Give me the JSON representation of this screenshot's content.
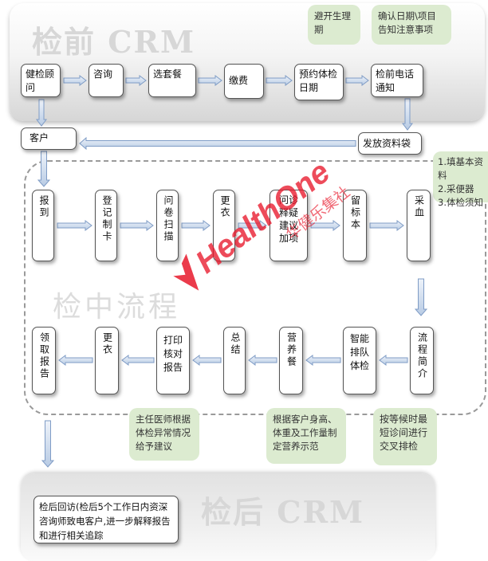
{
  "titles": {
    "pre": "检前 CRM",
    "mid": "检中流程",
    "post": "检后 CRM"
  },
  "top_row": {
    "consultant": "健检顾问",
    "consult": "咨询",
    "select_package": "选套餐",
    "pay": "缴费",
    "book_date": "预约体检日期",
    "pre_call": "检前电话通知",
    "send_materials": "发放资料袋",
    "customer": "客户"
  },
  "notes": {
    "avoid_period": "避开生理期",
    "confirm_date": "确认日期\\项目告知注意事项",
    "prep_list": [
      "1.填基本资料",
      "2.采便器",
      "3.体检须知"
    ],
    "doctor_advice": "主任医师根据体检异常情况给予建议",
    "nutrition_plan": "根据客户身高、体重及工作量制定营养示范",
    "queue_rule": "按等候时最短诊间进行交叉排检"
  },
  "mid_row1": {
    "checkin": "报到",
    "register_card": "登记制卡",
    "scan_form": "问卷扫描",
    "change1": "更衣",
    "consult_explain": "问诊释疑建议加项",
    "sample": "留标本",
    "blood": "采血"
  },
  "mid_row2": {
    "collect_report": "领取报告",
    "change2": "更衣",
    "print_check": "打印核对报告",
    "summary": "总结",
    "nutrition_meal": "营养餐",
    "smart_queue": "智能排队体检",
    "process_intro": "流程简介"
  },
  "post_box": {
    "text": "检后回访(检后5个工作日内资深咨询师致电客户,进一步解释报告和进行相关追踪"
  },
  "watermark": {
    "brand": "HealthOne",
    "cn": "华健乐集社"
  },
  "colors": {
    "arrow_fill": "#dbe6f3",
    "arrow_stroke": "#7f9cc6",
    "note_green": "#dcebd0",
    "watermark_red": "#e8192c"
  }
}
